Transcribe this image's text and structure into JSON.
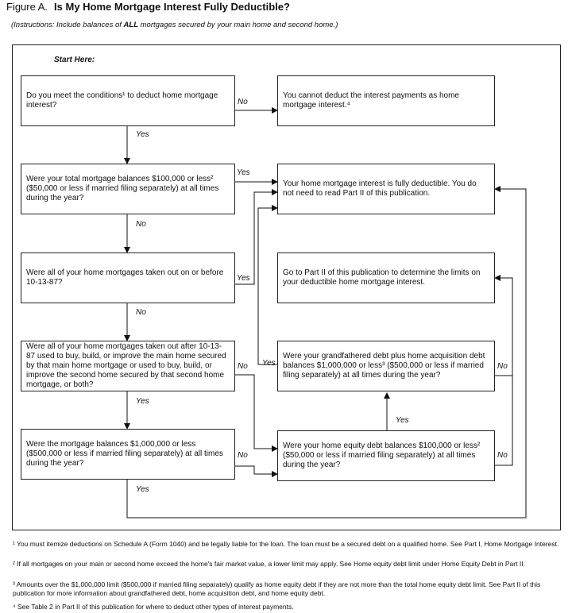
{
  "header": {
    "figure_label": "Figure A.",
    "title": "Is My Home Mortgage Interest Fully Deductible?",
    "instructions_pre": "(Instructions: Include balances of ",
    "instructions_bold": "ALL",
    "instructions_post": " mortgages secured by your main home and second home.)"
  },
  "flowchart": {
    "start": "Start Here:",
    "q1": "Do you meet the conditions¹ to deduct home mortgage interest?",
    "q2": "Were your total mortgage balances $100,000 or less² ($50,000 or less if married filing separately) at all times during the year?",
    "q3": "Were all of your home mortgages taken out on or before 10-13-87?",
    "q4": "Were all of your home mortgages taken out after 10-13-87 used to buy, build, or improve the main home secured by that main home mortgage or used to buy, build, or improve the second home secured by that second home mortgage, or both?",
    "q5": "Were the mortgage balances $1,000,000 or less ($500,000 or less if married filing separately) at all times during the year?",
    "r1": "You cannot deduct the interest payments as home mortgage interest.⁴",
    "r2": "Your home mortgage interest is fully deductible. You do not need to read Part II of this publication.",
    "r3": "Go to Part II of this publication to determine the limits on your deductible home mortgage interest.",
    "r4": "Were your grandfathered debt plus home acquisition debt balances $1,000,000 or less³ ($500,000 or less if married filing separately) at all times during the year?",
    "r5": "Were your home equity debt balances $100,000 or less² ($50,000 or less if married filing separately) at all times during the year?",
    "labels": {
      "no_q1": "No",
      "yes_q1": "Yes",
      "yes_q2": "Yes",
      "no_q2": "No",
      "yes_q3": "Yes",
      "no_q3": "No",
      "no_q4": "No",
      "yes_q4": "Yes",
      "no_q5": "No",
      "yes_q5": "Yes",
      "yes_r4": "Yes",
      "no_r4": "No",
      "yes_r5": "Yes",
      "no_r5": "No"
    }
  },
  "footnotes": {
    "f1": "¹ You must itemize deductions on Schedule A (Form 1040) and be legally liable for the loan. The loan must be a secured debt on a qualified home. See Part I, Home Mortgage Interest.",
    "f2": "² If all mortgages on your main or second home exceed the home's fair market value, a lower limit may apply. See Home equity debt limit under Home Equity Debt in Part II.",
    "f3": "³ Amounts over the $1,000,000 limit ($500,000 if married filing separately) qualify as home equity debt if they are not more than the total home equity debt limit. See Part II of this publication for more information about grandfathered debt, home acquisition debt, and home equity debt.",
    "f4": "⁴ See Table 2 in Part II of this publication for where to deduct other types of interest payments."
  }
}
